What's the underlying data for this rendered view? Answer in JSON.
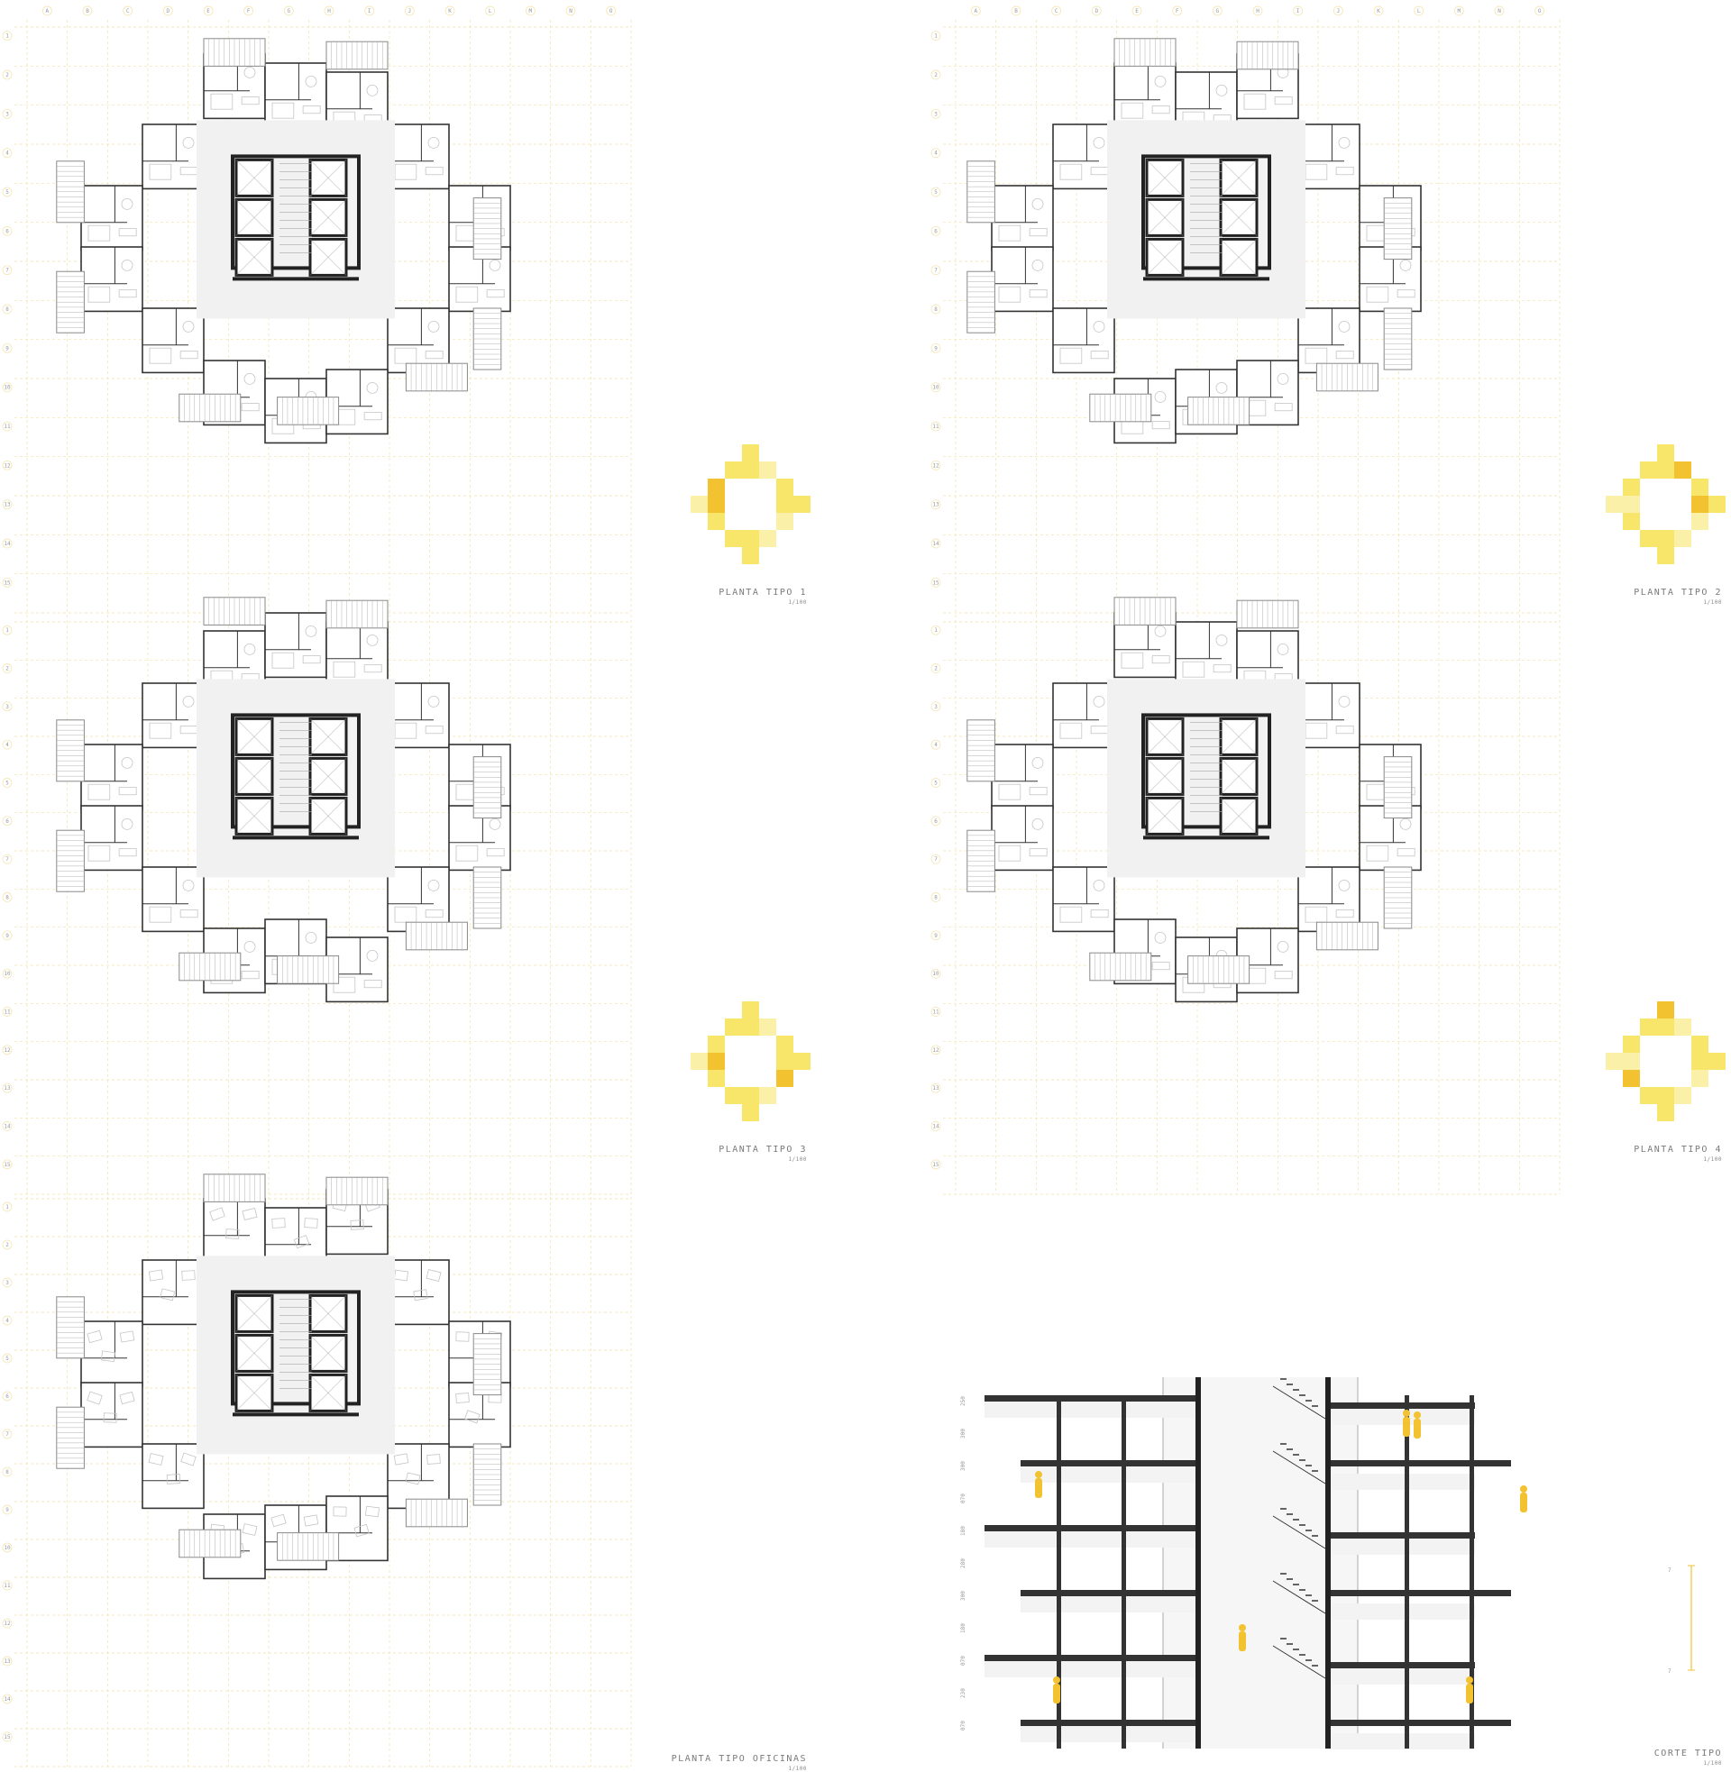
{
  "colors": {
    "grid": "#f2e3a8",
    "wall": "#333333",
    "core": "#222222",
    "floor": "#f1f1f1",
    "furniture": "#c4c4c4",
    "terrace": "#888888",
    "accent_yellow": "#f2c230",
    "accent_light": "#f7e66a",
    "accent_pale": "#fbf0a8"
  },
  "grid": {
    "columns": [
      "A",
      "B",
      "C",
      "D",
      "E",
      "F",
      "G",
      "H",
      "I",
      "J",
      "K",
      "L",
      "M",
      "N",
      "O"
    ],
    "rows": [
      "1",
      "2",
      "3",
      "4",
      "5",
      "6",
      "7",
      "8",
      "9",
      "10",
      "11",
      "12",
      "13",
      "14",
      "15"
    ]
  },
  "plans": [
    {
      "id": "tipo-1",
      "title": "PLANTA TIPO 1",
      "scale": "1/100"
    },
    {
      "id": "tipo-2",
      "title": "PLANTA TIPO 2",
      "scale": "1/100"
    },
    {
      "id": "tipo-3",
      "title": "PLANTA TIPO 3",
      "scale": "1/100"
    },
    {
      "id": "tipo-4",
      "title": "PLANTA TIPO 4",
      "scale": "1/100"
    },
    {
      "id": "oficinas",
      "title": "PLANTA TIPO OFICINAS",
      "scale": "1/100"
    }
  ],
  "section": {
    "title": "CORTE TIPO",
    "scale": "1/100",
    "level_heights": [
      "250",
      "300",
      "300",
      "070",
      "180",
      "280",
      "300",
      "180",
      "070",
      "230",
      "070"
    ]
  },
  "scale_bar": {
    "top": "7",
    "bottom": "7"
  }
}
